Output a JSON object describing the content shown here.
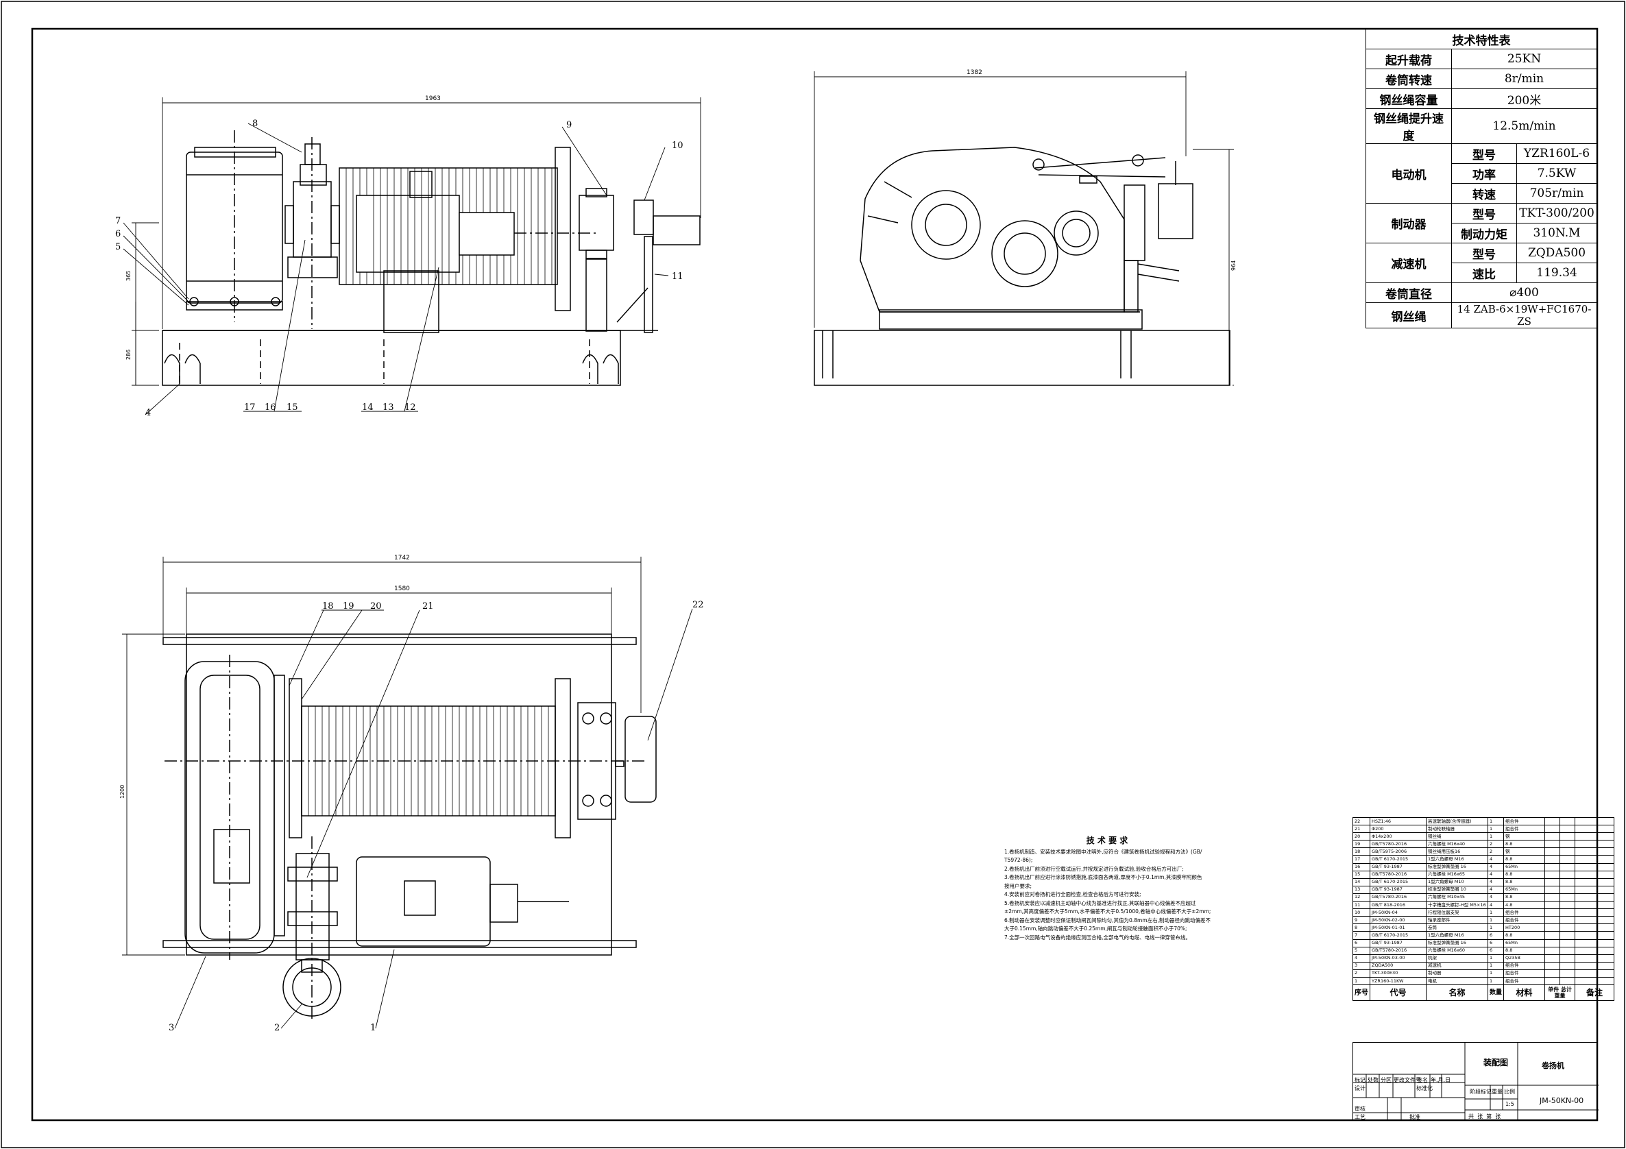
{
  "spec_table": {
    "title": "技术特性表",
    "rows": [
      {
        "label": "起升载荷",
        "value": "25KN"
      },
      {
        "label": "卷筒转速",
        "value": "8r/min"
      },
      {
        "label": "钢丝绳容量",
        "value": "200米"
      },
      {
        "label": "钢丝绳提升速度",
        "value": "12.5m/min"
      }
    ],
    "motor": {
      "label": "电动机",
      "items": [
        {
          "k": "型号",
          "v": "YZR160L-6"
        },
        {
          "k": "功率",
          "v": "7.5KW"
        },
        {
          "k": "转速",
          "v": "705r/min"
        }
      ]
    },
    "brake": {
      "label": "制动器",
      "items": [
        {
          "k": "型号",
          "v": "TKT-300/200"
        },
        {
          "k": "制动力矩",
          "v": "310N.M"
        }
      ]
    },
    "reducer": {
      "label": "减速机",
      "items": [
        {
          "k": "型号",
          "v": "ZQDA500"
        },
        {
          "k": "速比",
          "v": "119.34"
        }
      ]
    },
    "tail": [
      {
        "label": "卷筒直径",
        "value": "⌀400"
      },
      {
        "label": "钢丝绳",
        "value": "14 ZAB-6×19W+FC1670-ZS"
      }
    ]
  },
  "dimensions": {
    "front_width": "1963",
    "front_h1": "365",
    "front_h2": "286",
    "side_width": "1382",
    "side_height": "964",
    "plan_width_outer": "1742",
    "plan_width_inner": "1580",
    "plan_height": "1200"
  },
  "part_labels": {
    "front": [
      "8",
      "9",
      "10",
      "7",
      "6",
      "5",
      "11",
      "4",
      "17",
      "16",
      "15",
      "14",
      "13",
      "12"
    ],
    "plan": [
      "18",
      "19",
      "20",
      "21",
      "22",
      "3",
      "2",
      "1"
    ]
  },
  "notes": {
    "title": "技 术 要 求",
    "lines": [
      "1.卷扬机制造、安装技术要求除图中注明外,应符合《建筑卷扬机试验规程和方法》(GB/",
      "  T5972-86);",
      "2.卷扬机出厂前须进行空载试运行,并按规定进行负载试验,验收合格后方可出厂;",
      "3.卷扬机出厂前应进行涂漆防锈措施,底漆面各两道,厚度不小于0.1mm,其漆膜牢附颜色",
      "  按用户要求;",
      "4.安装前应对卷扬机进行全面检查,检查合格后方可进行安装;",
      "5.卷扬机安装应以减速机主动轴中心线为基准进行找正,其联轴器中心线偏差不应超过",
      "  ±2mm,其高度偏差不大于5mm,水平偏差不大于0.5/1000,卷轴中心线偏差不大于±2mm;",
      "6.制动器在安装调整时应保证制动闸瓦间隙均匀,其值为0.8mm左右,制动器径向跳动偏差不",
      "  大于0.15mm,轴向跳动偏差不大于0.25mm,闸瓦与制动轮接触面积不小于70%;",
      "7.全部一次回路电气设备的绝缘应测压合格,全部电气的电缆、电线一律穿管布线。"
    ]
  },
  "bom": {
    "rows": [
      [
        "22",
        "HSZ1:46",
        "高速联轴器(含传感器)",
        "1",
        "组合件"
      ],
      [
        "21",
        "Φ200",
        "制动轮联轴器",
        "1",
        "组合件"
      ],
      [
        "20",
        "Φ14x200",
        "钢丝绳",
        "1",
        "钢"
      ],
      [
        "19",
        "GB/T5780-2016",
        "六角螺栓 M16x40",
        "2",
        "8.8"
      ],
      [
        "18",
        "GB/T5975-2006",
        "钢丝绳用压板16",
        "2",
        "钢"
      ],
      [
        "17",
        "GB/T 6170-2015",
        "1型六角螺母 M16",
        "4",
        "8.8"
      ],
      [
        "16",
        "GB/T 93-1987",
        "标准型弹簧垫圈 16",
        "4",
        "65Mn"
      ],
      [
        "15",
        "GB/T5780-2016",
        "六角螺栓 M16x65",
        "4",
        "8.8"
      ],
      [
        "14",
        "GB/T 6170-2015",
        "1型六角螺母 M10",
        "4",
        "8.8"
      ],
      [
        "13",
        "GB/T 93-1987",
        "标准型弹簧垫圈 10",
        "4",
        "65Mn"
      ],
      [
        "12",
        "GB/T5780-2016",
        "六角螺栓 M10x45",
        "4",
        "8.8"
      ],
      [
        "11",
        "GB/T 818-2016",
        "十字槽盘头螺钉-H型 M5×16",
        "4",
        "4.8"
      ],
      [
        "10",
        "JM-50KN-04",
        "行程限位器支架",
        "1",
        "组合件"
      ],
      [
        "9",
        "JM-50KN-02-00",
        "轴承座部件",
        "1",
        "组合件"
      ],
      [
        "8",
        "JM-50KN-01-01",
        "卷筒",
        "1",
        "HT200"
      ],
      [
        "7",
        "GB/T 6170-2015",
        "1型六角螺母 M16",
        "6",
        "8.8"
      ],
      [
        "6",
        "GB/T 93-1987",
        "标准型弹簧垫圈 16",
        "6",
        "65Mn"
      ],
      [
        "5",
        "GB/T5780-2016",
        "六角螺栓 M16x60",
        "6",
        "8.8"
      ],
      [
        "4",
        "JM-50KN-03-00",
        "机架",
        "1",
        "Q235B"
      ],
      [
        "3",
        "ZQDA500",
        "减速机",
        "1",
        "组合件"
      ],
      [
        "2",
        "TKT-300E30",
        "制动器",
        "1",
        "组合件"
      ],
      [
        "1",
        "YZR160-11KW",
        "电机",
        "1",
        "组合件"
      ]
    ],
    "header": [
      "序号",
      "代号",
      "名称",
      "数量",
      "材料",
      "单件 总计 重量",
      "备注"
    ]
  },
  "title_block": {
    "drawing_name": "装配图",
    "product": "卷扬机",
    "code": "JM-50KN-00",
    "scale": "1:5",
    "weight_label": "重量",
    "scale_label": "比例",
    "stage_label": "阶段标记",
    "sheet_text": "共  张  第  张",
    "rows": [
      "标记",
      "处数",
      "分区",
      "更改文件号",
      "签名",
      "年.月.日"
    ],
    "design": "设计",
    "standard": "标准化",
    "review": "审核",
    "process": "工艺",
    "approve": "批准"
  }
}
